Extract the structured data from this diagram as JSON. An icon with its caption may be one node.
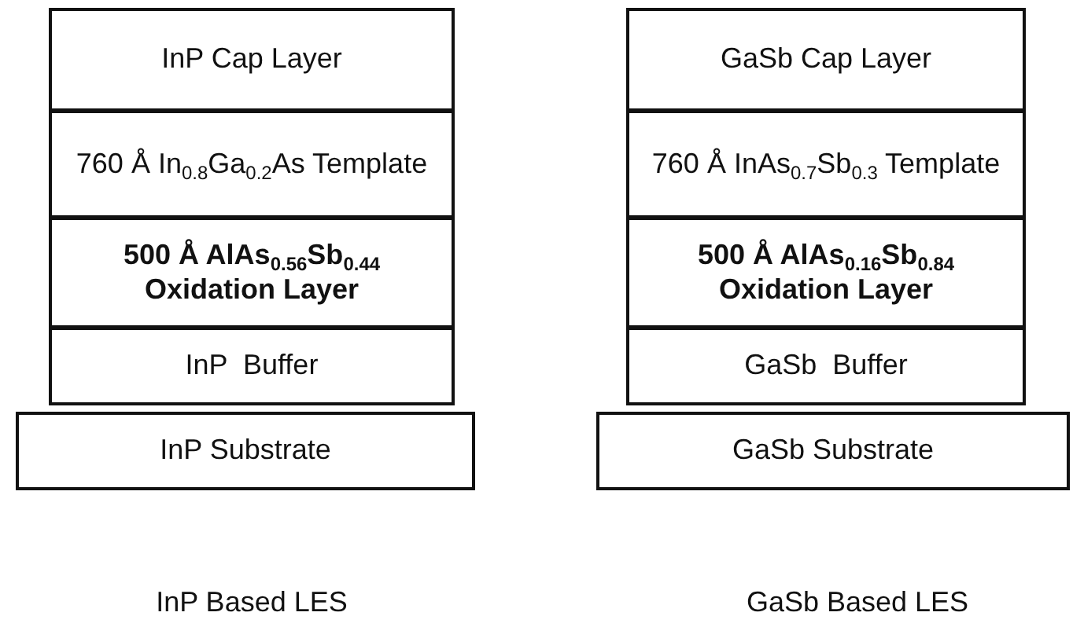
{
  "diagram": {
    "nodes": [
      {
        "text": [
          "InP Cap Layer"
        ]
      },
      {
        "text": [
          "760 Å In$_{0.8}$Ga$_{0.2}$As Template"
        ]
      },
      {
        "text": [
          "500 Å AlAs$_{0.56}$Sb$_{0.44}$ Oxidation Layer"
        ]
      },
      {
        "text": [
          "InP  Buffer"
        ]
      },
      {
        "text": [
          "InP Substrate"
        ]
      },
      {
        "text": [
          "GaSb Cap Layer"
        ]
      },
      {
        "text": [
          "760 Å InAs$_{0.7}$Sb$_{0.3}$ Template"
        ]
      },
      {
        "text": [
          "500 Å AlAs$_{0.16}$Sb$_{0.84}$ Oxidation Layer"
        ]
      },
      {
        "text": [
          "GaSb  Buffer"
        ]
      },
      {
        "text": [
          "GaSb Substrate"
        ]
      }
    ],
    "labels": [
      "InP Based LES",
      "GaSb Based LES"
    ]
  }
}
